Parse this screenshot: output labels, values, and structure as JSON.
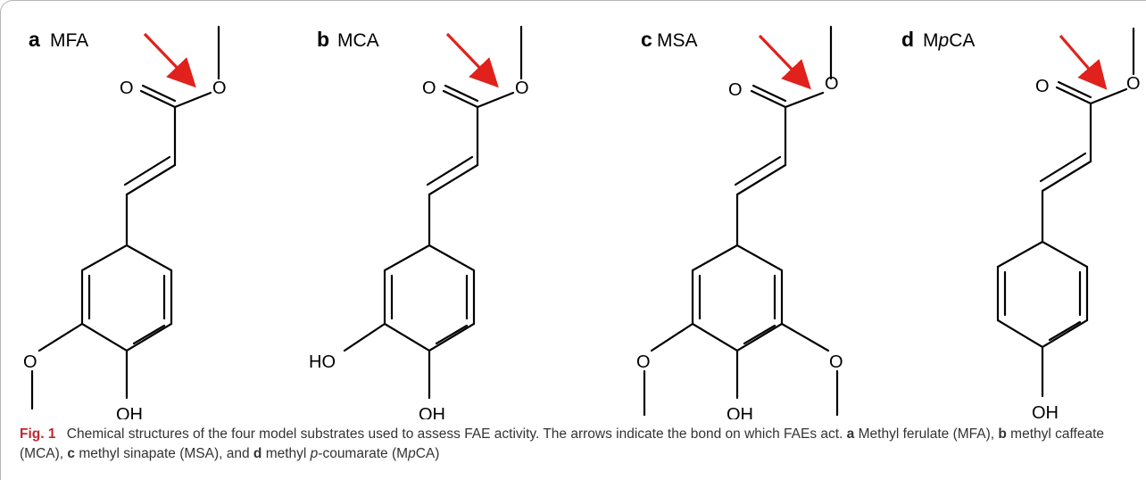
{
  "panels": [
    {
      "letter": "a",
      "name_parts": [
        "MFA"
      ],
      "substituents": {
        "left": "O",
        "para": "OH"
      }
    },
    {
      "letter": "b",
      "name_parts": [
        "MCA"
      ],
      "substituents": {
        "left": "HO",
        "para": "OH"
      }
    },
    {
      "letter": "c",
      "name_parts": [
        "MSA"
      ],
      "substituents": {
        "left": "O",
        "right": "O",
        "para": "OH"
      }
    },
    {
      "letter": "d",
      "name_parts": [
        "M",
        "p",
        "CA"
      ],
      "substituents": {
        "para": "OH"
      }
    }
  ],
  "ester_atoms": {
    "carbonyl_o": "O",
    "ester_o": "O"
  },
  "arrow_color": "#e0211c",
  "caption": {
    "fig_label": "Fig. 1",
    "sentence1": "Chemical structures of the four model substrates used to assess FAE activity. The arrows indicate the bond on which FAEs act.",
    "a_letter": "a",
    "a_text": "Methyl ferulate (MFA),",
    "b_letter": "b",
    "b_text": "methyl caffeate (MCA),",
    "c_letter": "c",
    "c_text": "methyl sinapate (MSA), and",
    "d_letter": "d",
    "d_text_pre": "methyl",
    "d_italic": "p",
    "d_text_post": "-coumarate (M",
    "d_italic2": "p",
    "d_text_end": "CA)"
  }
}
